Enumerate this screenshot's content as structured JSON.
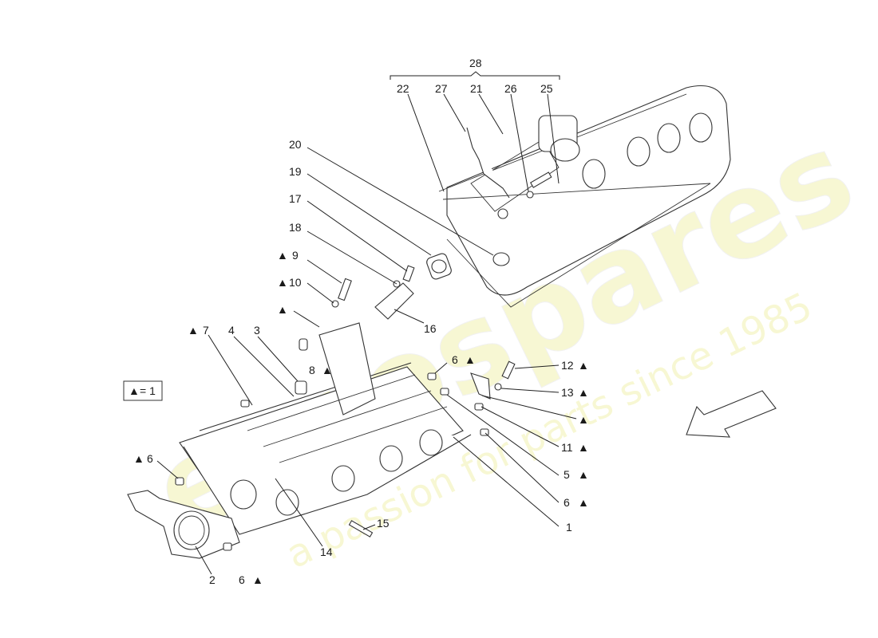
{
  "diagram": {
    "legend": {
      "symbol": "▲",
      "text": "= 1"
    },
    "watermark": {
      "brand": "eurospares",
      "tagline": "a passion for parts since 1985"
    },
    "callouts": {
      "c28": "28",
      "c22": "22",
      "c27": "27",
      "c21": "21",
      "c26": "26",
      "c25": "25",
      "c20": "20",
      "c19": "19",
      "c17": "17",
      "c18": "18",
      "c9": "9",
      "c10": "10",
      "c16": "16",
      "c7": "7",
      "c4": "4",
      "c3": "3",
      "c8": "8",
      "c6a": "6",
      "c12": "12",
      "c13": "13",
      "c11": "11",
      "c5": "5",
      "c6b": "6",
      "c1": "1",
      "c6c": "6",
      "c15": "15",
      "c14": "14",
      "c2": "2",
      "c6d": "6"
    },
    "triangle": "▲"
  }
}
